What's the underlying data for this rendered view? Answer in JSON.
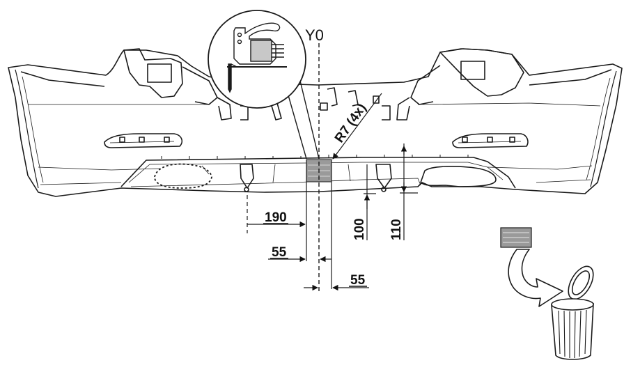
{
  "axis_label": "Y0",
  "dimensions": {
    "d190": "190",
    "d55_upper": "55",
    "d55_lower": "55",
    "d100": "100",
    "d110": "110"
  },
  "radius_note": "R7 (4x)",
  "icons": [
    "jigsaw-cut-icon",
    "waste-bin-icon",
    "cutout-piece-icon",
    "disposal-arrow-icon"
  ],
  "colors": {
    "line": "#1a1a1a",
    "cutout_fill": "#9a9a9a",
    "background": "#ffffff"
  }
}
